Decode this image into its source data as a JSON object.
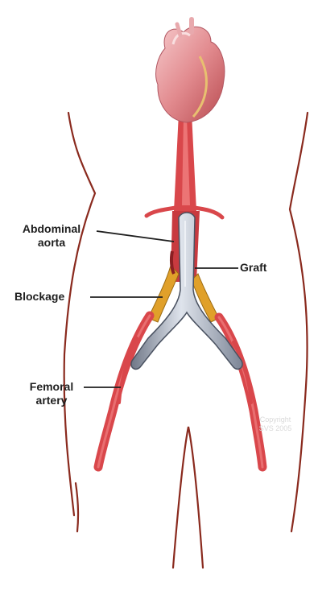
{
  "labels": {
    "abdominal_aorta_line1": "Abdominal",
    "abdominal_aorta_line2": "aorta",
    "graft": "Graft",
    "blockage": "Blockage",
    "femoral_artery_line1": "Femoral",
    "femoral_artery_line2": "artery"
  },
  "watermark": {
    "line1": "Copyright",
    "line2": "SVS 2005"
  },
  "colors": {
    "artery": "#d9474b",
    "artery_highlight": "#f07f80",
    "graft": "#9aa3b3",
    "graft_highlight": "#dfe4ec",
    "blockage": "#e0a02a",
    "heart": "#e28b8f",
    "body_outline": "#8a2a1e",
    "leader_line": "#1f1f1f"
  }
}
